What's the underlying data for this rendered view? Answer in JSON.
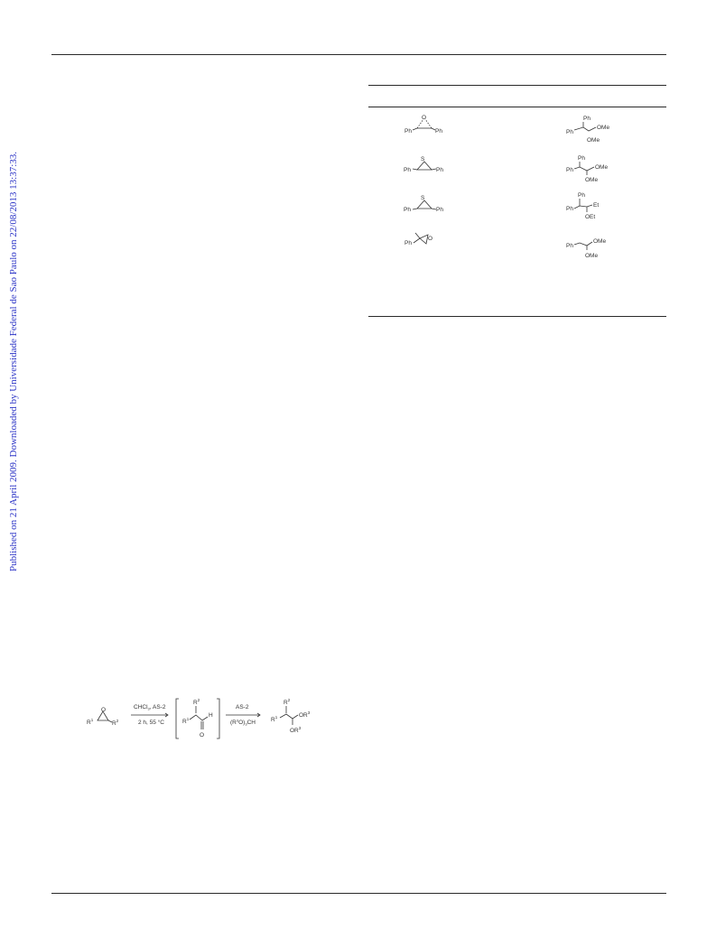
{
  "watermark": {
    "text": "Published on 21 April 2009. Downloaded by Universidade Federal de Sao Paulo on 22/08/2013 13:37:33.",
    "color": "#2b33c6"
  },
  "table": {
    "rows": [
      {
        "substrate": {
          "r1": "Ph",
          "r2": "Ph",
          "heteroatom": "O"
        },
        "product": {
          "top": "Ph",
          "left": "Ph",
          "right": "OMe",
          "bottom": "OMe"
        }
      },
      {
        "substrate": {
          "r1": "Ph",
          "r2": "Ph",
          "heteroatom": "S"
        },
        "product": {
          "top": "Ph",
          "left": "Ph",
          "right": "OMe",
          "bottom": "OMe"
        }
      },
      {
        "substrate": {
          "r1": "Ph",
          "r2": "Ph",
          "heteroatom": "S"
        },
        "product": {
          "top": "Ph",
          "left": "Ph",
          "right": "Et",
          "bottom": "OEt"
        }
      },
      {
        "substrate": {
          "r1": "Ph",
          "r2": "",
          "heteroatom": "O"
        },
        "product": {
          "top": "",
          "left": "Ph",
          "right": "OMe",
          "bottom": "OMe"
        }
      }
    ]
  },
  "scheme": {
    "substrate": {
      "r1": "R",
      "r1_sup": "1",
      "r2": "R",
      "r2_sup": "2",
      "heteroatom": "O"
    },
    "step1": {
      "above": "CHCl",
      "above_sub": "3",
      "above_rest": ", AS-2",
      "below": "2 h, 55 °C"
    },
    "intermediate": {
      "r2": "R",
      "r2_sup": "2",
      "r1": "R",
      "r1_sup": "1",
      "h": "H",
      "o": "O"
    },
    "step2": {
      "above": "AS-2",
      "below": "(R",
      "below_sup": "3",
      "below_rest": "O)",
      "below_sub": "3",
      "below_end": "CH"
    },
    "product": {
      "r2": "R",
      "r2_sup": "2",
      "r1": "R",
      "r1_sup": "1",
      "or3a": "OR",
      "or3a_sup": "3",
      "or3b": "OR",
      "or3b_sup": "3"
    }
  }
}
